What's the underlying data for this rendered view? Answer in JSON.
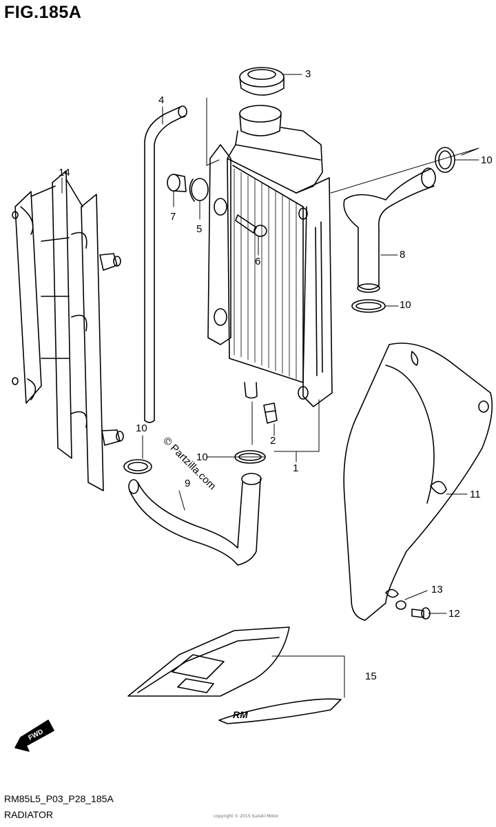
{
  "header": {
    "figure_label": "FIG.185A"
  },
  "footer": {
    "code": "RM85L5_P03_P28_185A",
    "caption": "RADIATOR",
    "tiny_text": "copyright © 2015 Suzuki Motor"
  },
  "watermark": "© Partzilla.com",
  "fwd_label": "FWD",
  "decal_text": "RM",
  "callouts": [
    {
      "id": "c1",
      "text": "1"
    },
    {
      "id": "c2",
      "text": "2"
    },
    {
      "id": "c3",
      "text": "3"
    },
    {
      "id": "c4",
      "text": "4"
    },
    {
      "id": "c5",
      "text": "5"
    },
    {
      "id": "c6",
      "text": "6"
    },
    {
      "id": "c7",
      "text": "7"
    },
    {
      "id": "c8",
      "text": "8"
    },
    {
      "id": "c9",
      "text": "9"
    },
    {
      "id": "c10a",
      "text": "10"
    },
    {
      "id": "c10b",
      "text": "10"
    },
    {
      "id": "c10c",
      "text": "10"
    },
    {
      "id": "c10d",
      "text": "10"
    },
    {
      "id": "c11",
      "text": "11"
    },
    {
      "id": "c12",
      "text": "12"
    },
    {
      "id": "c13",
      "text": "13"
    },
    {
      "id": "c14",
      "text": "14"
    },
    {
      "id": "c15",
      "text": "15"
    }
  ]
}
